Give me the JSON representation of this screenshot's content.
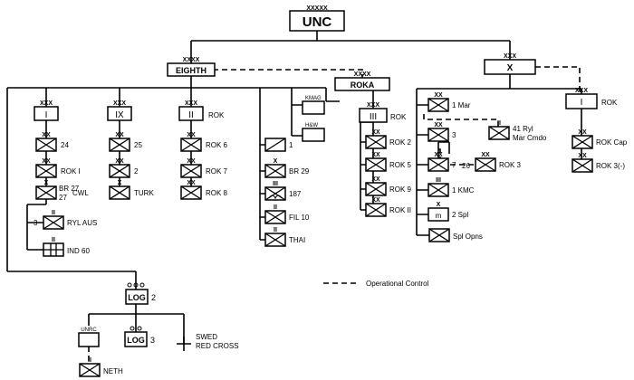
{
  "top": {
    "echelon": "XXXXX",
    "label": "UNC"
  },
  "commands": {
    "eighth": {
      "echelon": "XXXX",
      "label": "EIGHTH"
    },
    "roka": {
      "echelon": "XXXX",
      "label": "ROKA"
    },
    "x_corps": {
      "echelon": "XXX",
      "label": "X"
    }
  },
  "corps_i": {
    "echelon": "XXX",
    "label": "I",
    "units": [
      "24",
      "ROK I",
      "BR 27",
      "CWL"
    ]
  },
  "corps_i_sub": [
    "3",
    "RYL AUS",
    "IND 60"
  ],
  "corps_ix": {
    "echelon": "XXX",
    "label": "IX",
    "units": [
      "25",
      "2",
      "TURK"
    ]
  },
  "corps_ii": {
    "echelon": "XXX",
    "label": "II",
    "side_label": "ROK",
    "units": [
      "ROK 6",
      "ROK 7",
      "ROK 8"
    ]
  },
  "eighth_units": [
    "1",
    "BR 29",
    "187",
    "FIL 10",
    "THAI"
  ],
  "advisory": [
    "KMAG",
    "H&W"
  ],
  "corps_iii": {
    "echelon": "XXX",
    "label": "III",
    "side_label": "ROK",
    "units": [
      "ROK 2",
      "ROK 5",
      "ROK 9",
      "ROK II"
    ]
  },
  "x_units": [
    "1 Mar",
    "3",
    "41 Ryl",
    "Mar Cmdo",
    "7",
    "26",
    "ROK 3",
    "1 KMC",
    "m",
    "2 Spl",
    "Spl Opns"
  ],
  "rok_i_corps": {
    "echelon": "XXX",
    "label": "I",
    "side_label": "ROK",
    "units": [
      "ROK Cap",
      "ROK 3(-)"
    ]
  },
  "logistics": {
    "log2": {
      "label": "LOG",
      "number": "2"
    },
    "unrc": "UNRC",
    "log3": {
      "label": "LOG",
      "number": "3"
    },
    "swed": [
      "SWED",
      "RED CROSS"
    ],
    "neth": "NETH"
  },
  "legend": "Operational Control"
}
